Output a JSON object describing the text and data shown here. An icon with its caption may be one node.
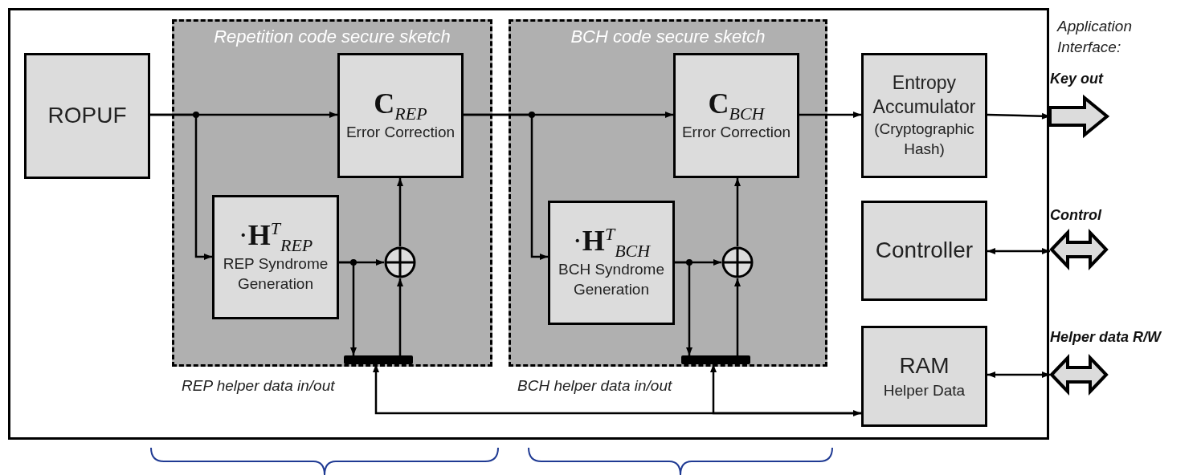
{
  "diagram": {
    "nodes": [
      {
        "text": [],
        "shape": "box"
      },
      {
        "text": [
          "Repetition code secure sketch"
        ],
        "in": 0
      },
      {
        "text": [
          "ROPUF"
        ],
        "in": 0
      },
      {
        "text": [
          "**C**$_{REP}$",
          "Error Correction"
        ],
        "in": 1
      },
      {
        "text": [
          "·**H**$^{T}$$_{REP}$",
          "REP Syndrome Generation"
        ],
        "in": 1
      },
      {
        "text": [],
        "shape": "circle",
        "in": 1
      },
      {
        "text": [],
        "shape": "bar",
        "in": 1
      },
      {
        "text": [
          "BCH code secure sketch"
        ],
        "in": 0
      },
      {
        "text": [
          "**C**$_{BCH}$",
          "Error Correction"
        ],
        "in": 7
      },
      {
        "text": [
          "·**H**$^{T}$$_{BCH}$",
          "BCH Syndrome Generation"
        ],
        "in": 7
      },
      {
        "text": [],
        "shape": "circle",
        "in": 7
      },
      {
        "text": [],
        "shape": "bar",
        "in": 7
      },
      {
        "text": [
          "Entropy Accumulator",
          "(Cryptographic Hash)"
        ],
        "in": 0
      },
      {
        "text": [
          "Controller"
        ],
        "in": 0
      },
      {
        "text": [
          "RAM",
          "Helper Data"
        ],
        "in": 0
      },
      {
        "text": [
          "Key out"
        ]
      },
      {
        "text": [
          "Control"
        ]
      },
      {
        "text": [
          "Helper data R/W"
        ]
      }
    ],
    "edges": [
      {
        "from": 2,
        "to": 3,
        "arrow": "to"
      },
      {
        "from": 2,
        "to": 4,
        "arrow": "to"
      },
      {
        "from": 4,
        "to": 5,
        "arrow": "to"
      },
      {
        "from": 4,
        "to": 6,
        "arrow": "to"
      },
      {
        "from": 6,
        "to": 5,
        "arrow": "to"
      },
      {
        "from": 5,
        "to": 3,
        "arrow": "to"
      },
      {
        "from": 3,
        "to": 8,
        "arrow": "to"
      },
      {
        "from": 3,
        "to": 9,
        "arrow": "to"
      },
      {
        "from": 9,
        "to": 10,
        "arrow": "to"
      },
      {
        "from": 9,
        "to": 11,
        "arrow": "to"
      },
      {
        "from": 11,
        "to": 10,
        "arrow": "to"
      },
      {
        "from": 10,
        "to": 8,
        "arrow": "to"
      },
      {
        "from": 8,
        "to": 12,
        "arrow": "to"
      },
      {
        "from": 12,
        "to": 15,
        "arrow": "to"
      },
      {
        "from": 13,
        "to": 16,
        "arrow": "both"
      },
      {
        "from": 14,
        "to": 17,
        "arrow": "both"
      },
      {
        "from": 6,
        "to": 14,
        "arrow": "both"
      },
      {
        "from": 14,
        "to": 11,
        "arrow": "to"
      }
    ],
    "labels": [
      "Application Interface:",
      "REP helper data in/out",
      "BCH helper data in/out"
    ]
  }
}
